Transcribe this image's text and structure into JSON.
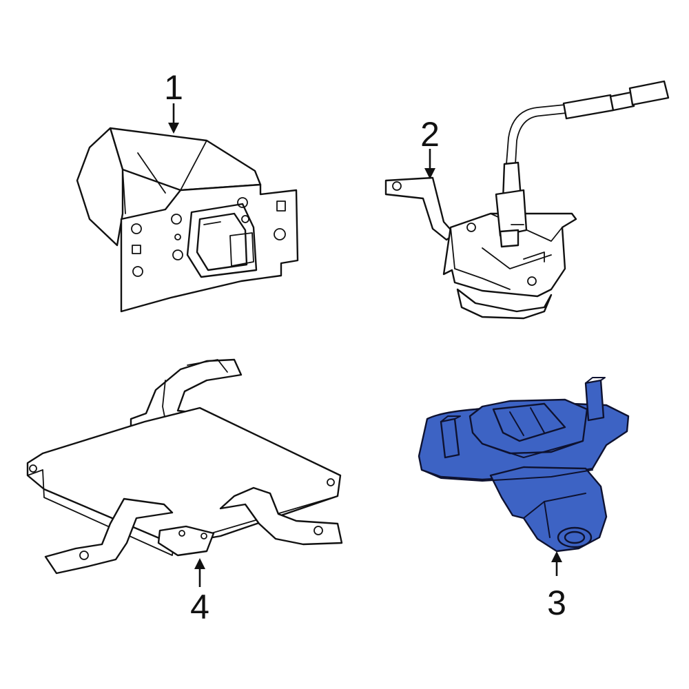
{
  "callouts": [
    {
      "label": "1"
    },
    {
      "label": "2"
    },
    {
      "label": "3"
    },
    {
      "label": "4"
    }
  ],
  "colors": {
    "highlight": "#3d63c4",
    "line": "#111111",
    "background": "#ffffff"
  }
}
